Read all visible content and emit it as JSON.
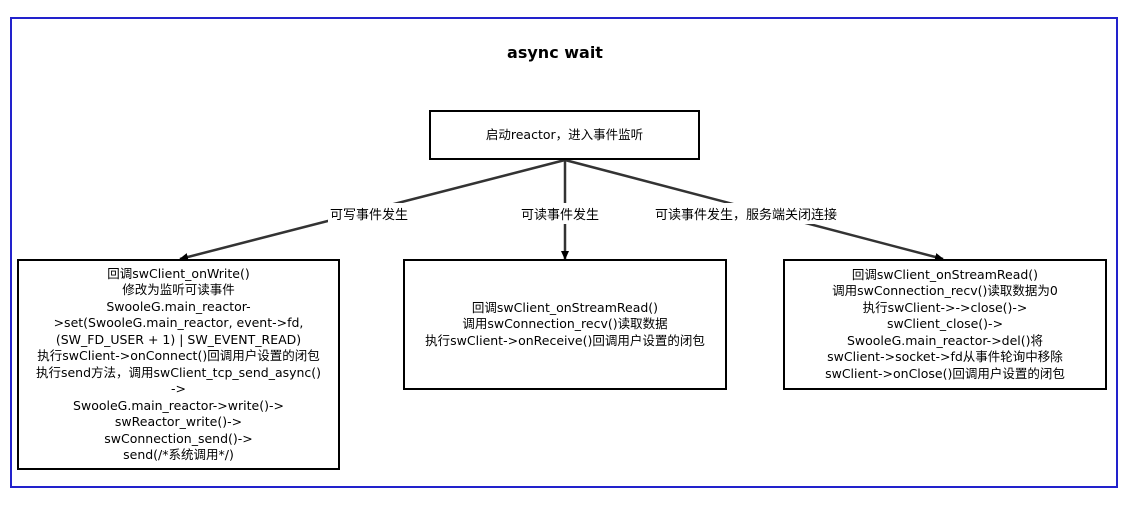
{
  "title": "async wait",
  "nodes": {
    "start": {
      "lines": [
        "启动reactor，进入事件监听"
      ]
    },
    "write_box": {
      "lines": [
        "回调swClient_onWrite()",
        "修改为监听可读事件",
        "SwooleG.main_reactor-",
        ">set(SwooleG.main_reactor, event->fd,",
        "(SW_FD_USER + 1) | SW_EVENT_READ)",
        "执行swClient->onConnect()回调用户设置的闭包",
        "执行send方法，调用swClient_tcp_send_async()",
        "->",
        "SwooleG.main_reactor->write()->",
        "swReactor_write()->",
        "swConnection_send()->",
        "send(/*系统调用*/)"
      ]
    },
    "read_box": {
      "lines": [
        "回调swClient_onStreamRead()",
        "调用swConnection_recv()读取数据",
        "执行swClient->onReceive()回调用户设置的闭包"
      ]
    },
    "close_box": {
      "lines": [
        "回调swClient_onStreamRead()",
        "调用swConnection_recv()读取数据为0",
        "执行swClient->->close()->",
        "swClient_close()->",
        "SwooleG.main_reactor->del()将",
        "swClient->socket->fd从事件轮询中移除",
        "swClient->onClose()回调用户设置的闭包"
      ]
    }
  },
  "edges": {
    "to_write": "可写事件发生",
    "to_read": "可读事件发生",
    "to_close": "可读事件发生，服务端关闭连接"
  },
  "colors": {
    "frame": "#2222cc",
    "line": "#000000"
  }
}
